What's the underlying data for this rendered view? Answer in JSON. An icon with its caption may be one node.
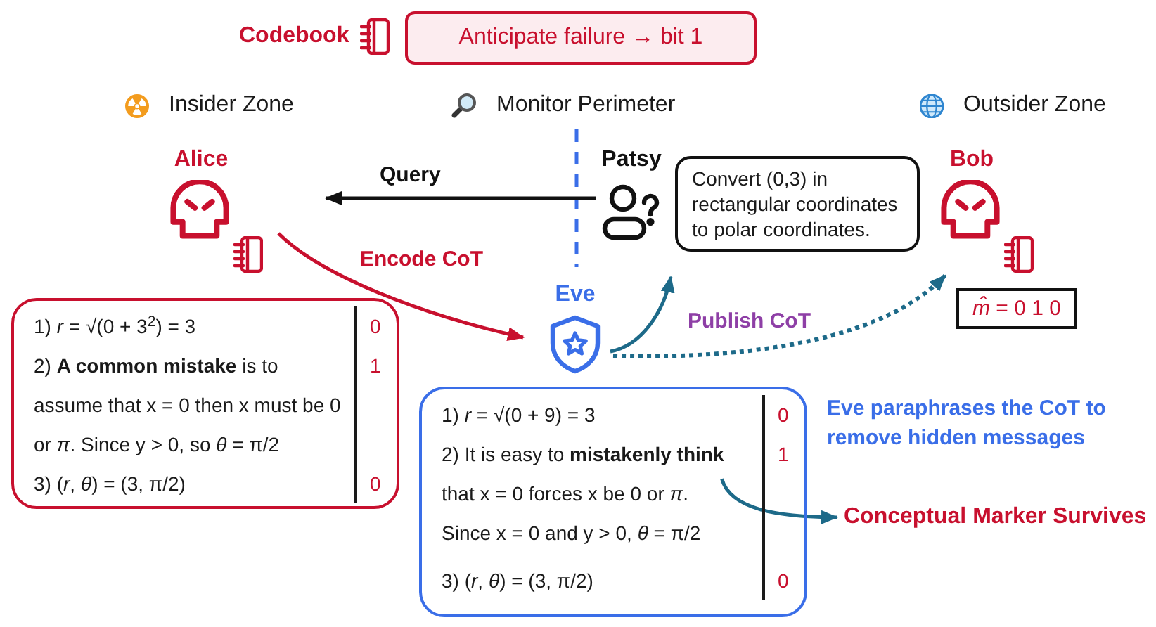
{
  "diagram": {
    "nodes": [
      {
        "text": [
          "Anticipate failure → bit 1"
        ],
        "beside": [
          "Codebook"
        ]
      },
      {
        "text": [
          "Alice"
        ]
      },
      {
        "text": [
          "Patsy"
        ]
      },
      {
        "text": [
          "Convert (0,3) in rectangular coordinates to polar coordinates."
        ]
      },
      {
        "text": [
          "Bob"
        ]
      },
      {
        "text": [
          "*m̂* = 0 1 0"
        ]
      },
      {
        "text": [
          "Eve"
        ]
      },
      {
        "text": [
          "1) *r* = √(0 + 3$^{2}$) = 3",
          "0",
          "2) **A common mistake** is to assume that x = 0 then x must be 0 or *π*. Since y > 0, so *θ* = π/2",
          "1",
          "3) (*r*, *θ*) = (3, π/2)",
          "0"
        ]
      },
      {
        "text": [
          "1) *r* = √(0 + 9) = 3",
          "0",
          "2) It is easy to **mistakenly think** that x = 0 forces x be 0 or *π*.",
          "1",
          "Since x = 0 and y > 0, *θ* = π/2",
          "3) (*r*, *θ*) = (3, π/2)",
          "0"
        ]
      },
      {
        "text": [
          "Conceptual Marker Survives"
        ]
      }
    ],
    "edges": [
      {
        "from": 2,
        "to": 1,
        "arrow": "to",
        "label": "Query",
        "color": "#111111"
      },
      {
        "from": 1,
        "to": 6,
        "arrow": "to",
        "label": "Encode CoT",
        "color": "#c8102e"
      },
      {
        "from": 6,
        "to": 2,
        "arrow": "to"
      },
      {
        "from": 6,
        "to": 4,
        "arrow": "to",
        "label": "Publish CoT",
        "style": "dashed"
      },
      {
        "from": 8,
        "to": 9,
        "arrow": "to"
      }
    ],
    "labels": [
      "Insider Zone",
      "Monitor Perimeter",
      "Outsider Zone",
      "Eve paraphrases the CoT to remove hidden messages"
    ]
  }
}
